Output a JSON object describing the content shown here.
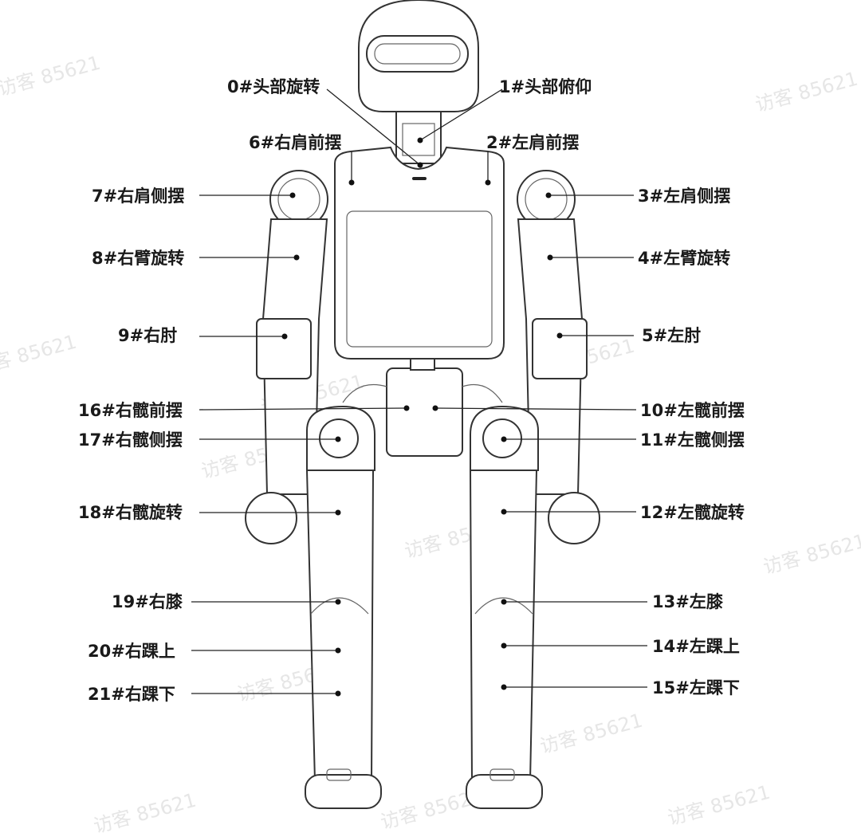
{
  "watermark": "访客 85621",
  "labels": [
    {
      "text": "0#头部旋转"
    },
    {
      "text": "1#头部俯仰"
    },
    {
      "text": "2#左肩前摆"
    },
    {
      "text": "3#左肩侧摆"
    },
    {
      "text": "4#左臂旋转"
    },
    {
      "text": "5#左肘"
    },
    {
      "text": "6#右肩前摆"
    },
    {
      "text": "7#右肩侧摆"
    },
    {
      "text": "8#右臂旋转"
    },
    {
      "text": "9#右肘"
    },
    {
      "text": "10#左髋前摆"
    },
    {
      "text": "11#左髋侧摆"
    },
    {
      "text": "12#左髋旋转"
    },
    {
      "text": "13#左膝"
    },
    {
      "text": "14#左踝上"
    },
    {
      "text": "15#左踝下"
    },
    {
      "text": "16#右髋前摆"
    },
    {
      "text": "17#右髋侧摆"
    },
    {
      "text": "18#右髋旋转"
    },
    {
      "text": "19#右膝"
    },
    {
      "text": "20#右踝上"
    },
    {
      "text": "21#右踝下"
    }
  ]
}
